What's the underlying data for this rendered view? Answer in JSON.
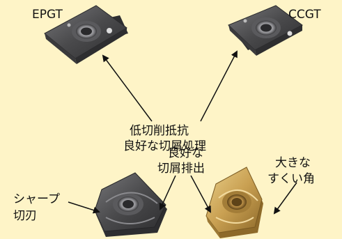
{
  "labels": {
    "epgt": "EPGT",
    "ccgt": "CCGT",
    "top_feature_line1": "低切削抵抗",
    "top_feature_line2": "良好な切屑処理",
    "chip_feature_line1": "良好な",
    "chip_feature_line2": "切屑排出",
    "sharp_line1": "シャープ",
    "sharp_line2": "切刃",
    "rake_line1": "大きな",
    "rake_line2": "すくい角"
  },
  "colors": {
    "background": "#FEF4C7",
    "insert_gray": "#4A4A4C",
    "insert_gray_light": "#6B6B6E",
    "insert_gold": "#C9A052",
    "insert_gold_light": "#E6C27A",
    "arrow": "#111111"
  }
}
